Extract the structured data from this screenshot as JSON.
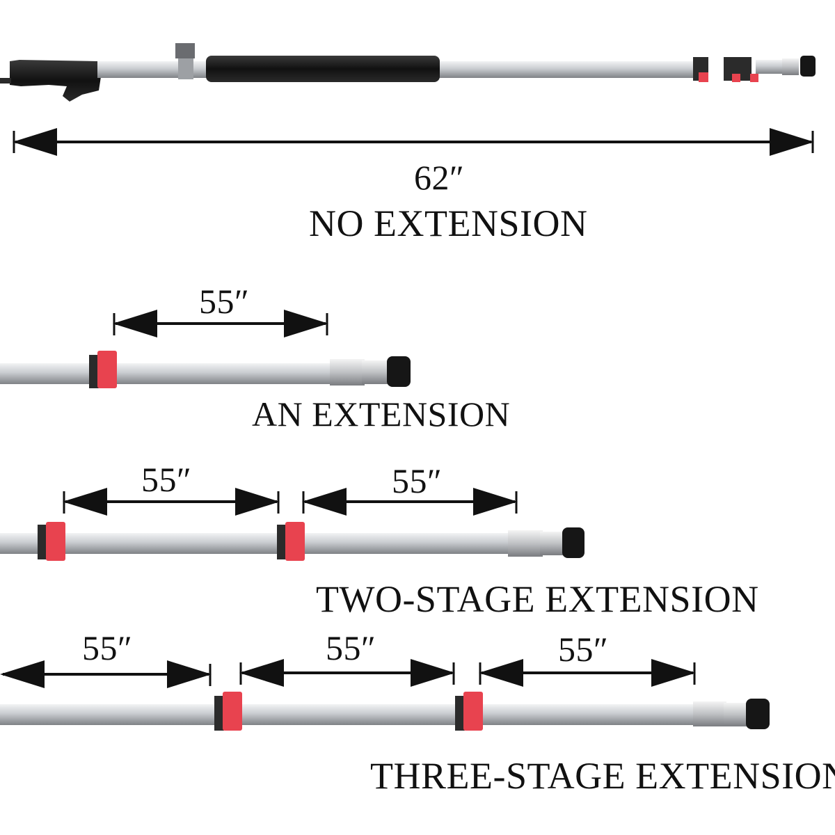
{
  "colors": {
    "pole": "#b9bcc0",
    "pole_edge": "#7e8185",
    "clamp_red": "#e8434f",
    "clamp_dark": "#2b2b2b",
    "grip": "#1c1c1c",
    "fitting": "#c7c9cc",
    "text": "#111111"
  },
  "top": {
    "dimension": "62″",
    "caption": "NO EXTENSION"
  },
  "one_stage": {
    "dimension": "55″",
    "caption": "AN EXTENSION"
  },
  "two_stage": {
    "dimensions": [
      "55″",
      "55″"
    ],
    "caption": "TWO-STAGE EXTENSION"
  },
  "three_stage": {
    "dimensions": [
      "55″",
      "55″",
      "55″"
    ],
    "caption": "THREE-STAGE EXTENSION"
  }
}
